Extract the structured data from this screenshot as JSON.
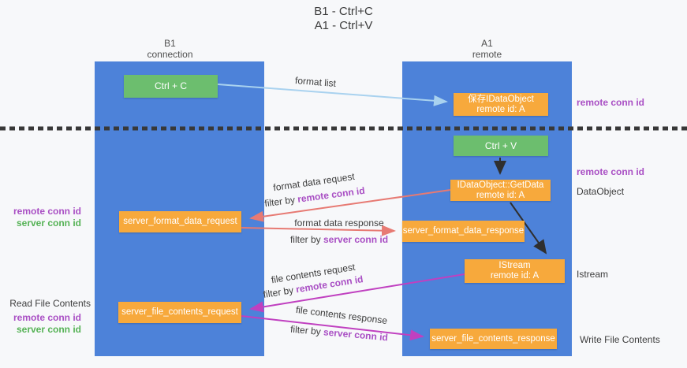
{
  "title": {
    "line1": "B1 - Ctrl+C",
    "line2": "A1 - Ctrl+V"
  },
  "columns": {
    "left": {
      "name": "B1",
      "role": "connection"
    },
    "right": {
      "name": "A1",
      "role": "remote"
    }
  },
  "boxes": {
    "ctrl_c": "Ctrl + C",
    "ctrl_v": "Ctrl + V",
    "save_dataobject": {
      "line1": "保存IDataObject",
      "line2": "remote id: A"
    },
    "getdata": {
      "line1": "IDataObject::GetData",
      "line2": "remote id: A"
    },
    "istream": {
      "line1": "IStream",
      "line2": "remote id: A"
    },
    "server_format_data_request": "server_format_data_request",
    "server_format_data_response": "server_format_data_response",
    "server_file_contents_request": "server_file_contents_request",
    "server_file_contents_response": "server_file_contents_response"
  },
  "arrow_labels": {
    "format_list": "format list",
    "format_data_request": "format data request",
    "format_data_response": "format data response",
    "file_contents_request": "file contents request",
    "file_contents_response": "file contents response",
    "filter_by": "filter by",
    "remote_conn_id": "remote conn id",
    "server_conn_id": "server conn id"
  },
  "side_labels": {
    "remote_conn_id": "remote conn id",
    "server_conn_id": "server conn id",
    "dataobject": "DataObject",
    "istream": "Istream",
    "read_file_contents": "Read File Contents",
    "write_file_contents": "Write File Contents"
  },
  "colors": {
    "column_blue": "#4d82d9",
    "box_orange": "#f7a93c",
    "box_green": "#6cbe6e",
    "arrow_lightblue": "#a9d2ef",
    "arrow_salmon": "#e77a73",
    "arrow_magenta": "#c040c0",
    "text_purple": "#a94fc4",
    "text_green": "#55b255"
  }
}
